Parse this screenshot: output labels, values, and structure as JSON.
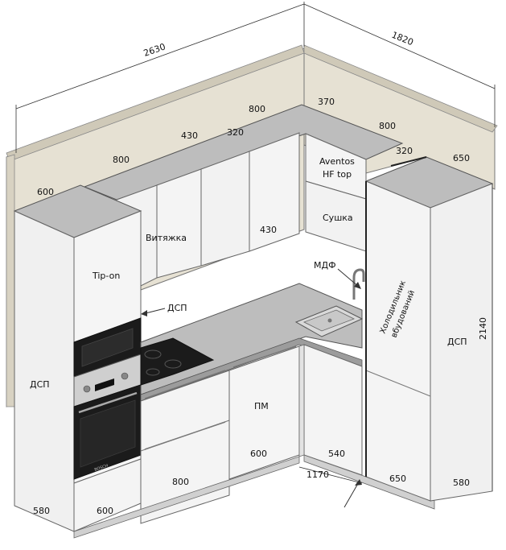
{
  "labels": {
    "tip_on": "Tip-on",
    "vytyazhka": "Витяжка",
    "dsp_wall": "ДСП",
    "dsp_left": "ДСП",
    "dsp_right": "ДСП",
    "aventos_1": "Aventos",
    "aventos_2": "HF top",
    "sushka": "Сушка",
    "mdf": "МДФ",
    "pm": "ПМ",
    "fridge_1": "Холодильник",
    "fridge_2": "вбудований",
    "oven_brand": "BOSCH"
  },
  "dimensions": {
    "top_total_left": "2630",
    "top_total_right": "1820",
    "wall_800_top": "800",
    "wall_370": "370",
    "wall_430": "430",
    "wall_320_left": "320",
    "wall_800_left": "800",
    "wall_600_left": "600",
    "wall_800_right": "800",
    "wall_320_right": "320",
    "wall_650": "650",
    "upper_430": "430",
    "height_2140": "2140",
    "base_580_left": "580",
    "base_600_left": "600",
    "base_800": "800",
    "base_600_pm": "600",
    "base_540": "540",
    "base_1170": "1170",
    "base_650": "650",
    "base_580_right": "580"
  },
  "colors": {
    "wall": "#e6e1d3",
    "cabinet": "#f2f2f2",
    "countertop": "#bdbdbd",
    "appliance": "#1b1b1b",
    "line": "#333333"
  }
}
